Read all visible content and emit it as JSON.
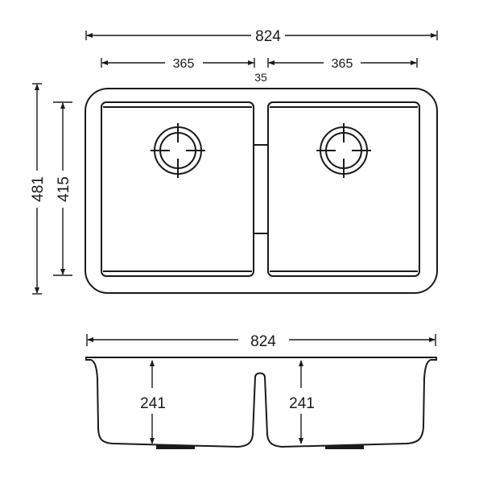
{
  "top_view": {
    "overall_width": "824",
    "bowl_width_left": "365",
    "bowl_width_right": "365",
    "divider_width": "35",
    "overall_depth": "481",
    "bowl_depth": "415"
  },
  "side_view": {
    "overall_width": "824",
    "bowl_height_left": "241",
    "bowl_height_right": "241"
  }
}
